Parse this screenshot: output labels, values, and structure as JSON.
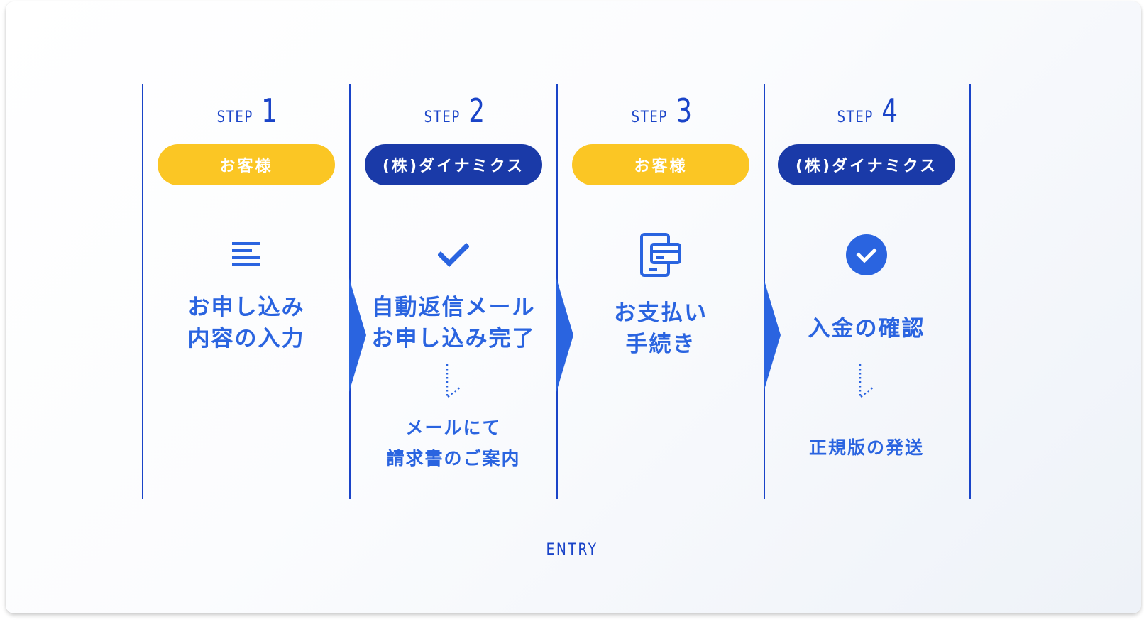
{
  "colors": {
    "blue": "#1a44c8",
    "text_blue": "#2a64e0",
    "yellow": "#fbc624",
    "navy": "#1a3aa8"
  },
  "steps": [
    {
      "step_word": "STEP",
      "step_number": "1",
      "actor": "お客様",
      "actor_style": "yellow",
      "icon": "document-lines-icon",
      "title_lines": [
        "お申し込み",
        "内容の入力"
      ]
    },
    {
      "step_word": "STEP",
      "step_number": "2",
      "actor": "(株)ダイナミクス",
      "actor_style": "navy",
      "icon": "checkmark-icon",
      "title_lines": [
        "自動返信メール",
        "お申し込み完了"
      ],
      "next_icon": "dotted-down-arrow-icon",
      "result_lines": [
        "メールにて",
        "請求書のご案内"
      ]
    },
    {
      "step_word": "STEP",
      "step_number": "3",
      "actor": "お客様",
      "actor_style": "yellow",
      "icon": "mobile-card-payment-icon",
      "title_lines": [
        "お支払い",
        "手続き"
      ]
    },
    {
      "step_word": "STEP",
      "step_number": "4",
      "actor": "(株)ダイナミクス",
      "actor_style": "navy",
      "icon": "check-circle-icon",
      "title_lines": [
        "入金の確認"
      ],
      "next_icon": "dotted-down-arrow-icon",
      "result_lines": [
        "正規版の発送"
      ]
    }
  ],
  "footer": {
    "label": "ENTRY"
  }
}
